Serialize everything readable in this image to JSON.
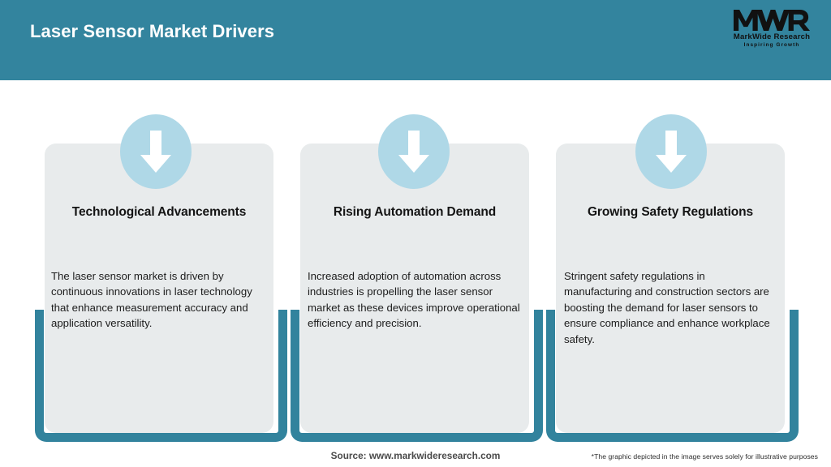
{
  "header": {
    "title": "Laser Sensor Market Drivers",
    "bar_color": "#33849E",
    "title_color": "#FFFFFF"
  },
  "logo": {
    "mark": "MWR",
    "name": "MarkWide Research",
    "tagline": "Inspiring Growth"
  },
  "theme": {
    "teal": "#32839D",
    "card_bg": "#E8EBEC",
    "icon_circle": "#AFD8E7",
    "arrow": "#FFFFFF"
  },
  "cards": [
    {
      "icon": "down-arrow-icon",
      "heading": "Technological Advancements",
      "body": "The laser sensor market is driven by continuous innovations in laser technology that enhance measurement accuracy and application versatility."
    },
    {
      "icon": "down-arrow-icon",
      "heading": "Rising Automation Demand",
      "body": "Increased adoption of automation across industries is propelling the laser sensor market as these devices improve operational efficiency and precision."
    },
    {
      "icon": "down-arrow-icon",
      "heading": "Growing Safety Regulations",
      "body": "Stringent safety regulations in manufacturing and construction sectors are boosting the demand for laser sensors to ensure compliance and enhance workplace safety."
    }
  ],
  "footer": {
    "source": "Source: www.markwideresearch.com",
    "disclaimer": "*The graphic depicted in the image serves solely for illustrative purposes"
  }
}
